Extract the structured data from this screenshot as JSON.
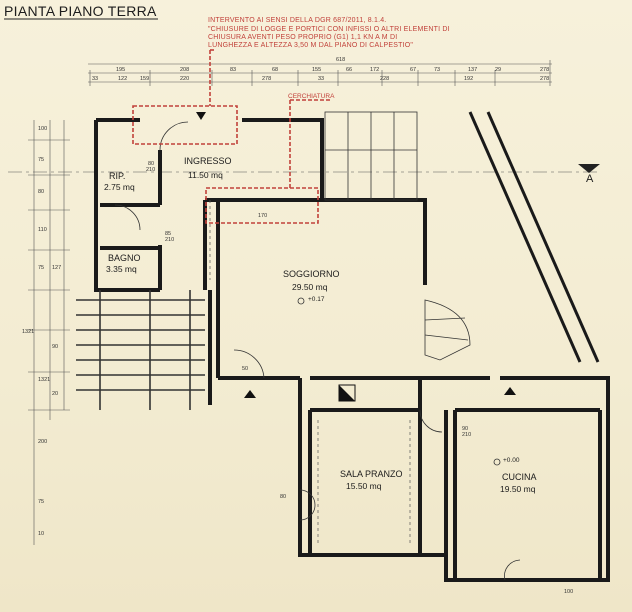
{
  "title": "PIANTA PIANO TERRA",
  "note_lines": [
    "INTERVENTO AI SENSI DELLA DGR 687/2011, 8.1.4.",
    "\"CHIUSURE DI LOGGE E PORTICI CON INFISSI O ALTRI ELEMENTI DI",
    "CHIUSURA AVENTI PESO PROPRIO (G1) 1,1 KN A M DI",
    "LUNGHEZZA E ALTEZZA 3,50 M DAL PIANO DI CALPESTIO\""
  ],
  "cerchiatura_label": "CERCHIATURA",
  "section_label": "A",
  "rooms": {
    "ingresso": {
      "name": "INGRESSO",
      "area": "11.50 mq"
    },
    "rip": {
      "name": "RIP.",
      "area": "2.75 mq"
    },
    "bagno": {
      "name": "BAGNO",
      "area": "3.35 mq"
    },
    "soggiorno": {
      "name": "SOGGIORNO",
      "area": "29.50 mq",
      "level": "+0.17"
    },
    "sala_pranzo": {
      "name": "SALA PRANZO",
      "area": "15.50 mq"
    },
    "cucina": {
      "name": "CUCINA",
      "area": "19.50 mq",
      "level": "+0.00"
    }
  },
  "top_dims_row1": [
    "618"
  ],
  "top_dims_row2": [
    "195",
    "208",
    "83",
    "68",
    "155",
    "66",
    "172",
    "67",
    "73",
    "137",
    "29",
    "278"
  ],
  "top_dims_row3": [
    "33",
    "122",
    "159",
    "220",
    "278",
    "33",
    "228",
    "192",
    "278"
  ],
  "inner_dims": [
    "80",
    "210",
    "170",
    "85",
    "210",
    "50",
    "90",
    "210",
    "80",
    "100"
  ],
  "left_dims": [
    "100",
    "75",
    "80",
    "110",
    "75",
    "127",
    "1321",
    "90",
    "1321",
    "20",
    "200",
    "75",
    "10"
  ]
}
